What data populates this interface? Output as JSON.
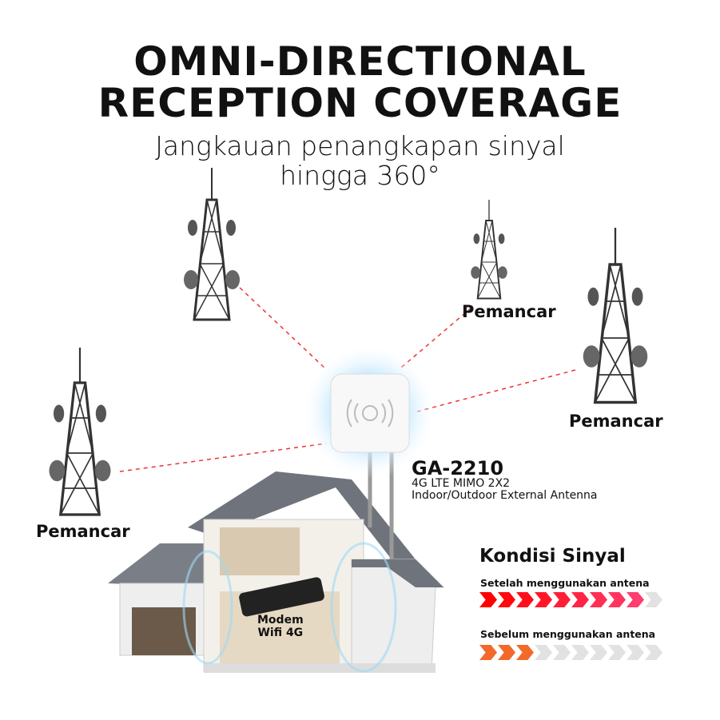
{
  "header": {
    "title_line1": "OMNI-DIRECTIONAL",
    "title_line2": "RECEPTION COVERAGE",
    "subtitle_line1": "Jangkauan penangkapan sinyal",
    "subtitle_line2": "hingga 360°"
  },
  "towers": [
    {
      "label": "Pemancar"
    },
    {
      "label": "Pemancar"
    },
    {
      "label": "Pemancar"
    }
  ],
  "product": {
    "model": "GA-2210",
    "spec1": "4G LTE MIMO 2X2",
    "spec2": "Indoor/Outdoor External Antenna"
  },
  "modem": {
    "line1": "Modem",
    "line2": "Wifi 4G"
  },
  "signal": {
    "title": "Kondisi Sinyal",
    "after": {
      "label": "Setelah menggunakan antena",
      "level": 9,
      "max": 10
    },
    "before": {
      "label": "Sebelum menggunakan antena",
      "level": 3,
      "max": 10
    },
    "colors": {
      "after_start": "#ff0000",
      "after_end": "#ff3d6e",
      "before": "#f26a2a",
      "empty": "#e2e2e2"
    }
  }
}
